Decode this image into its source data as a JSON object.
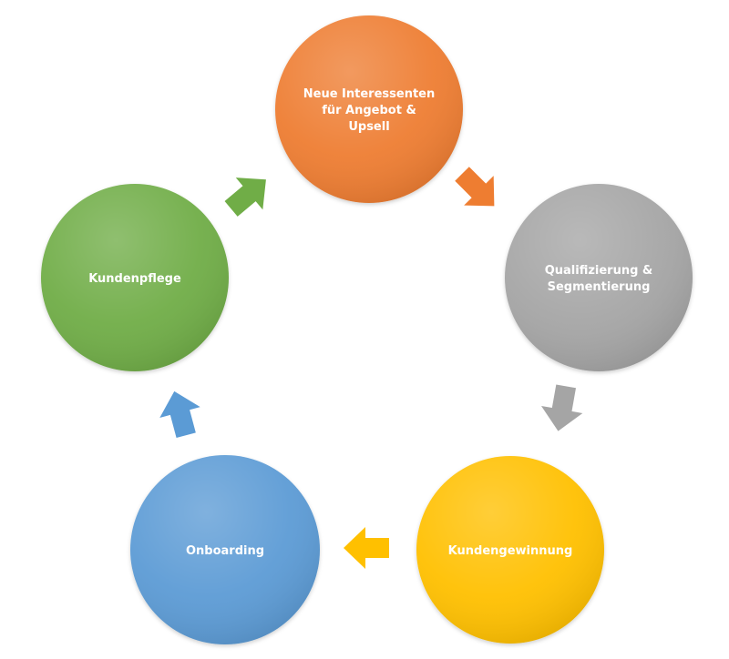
{
  "diagram": {
    "nodes": [
      {
        "id": "neue-interessenten",
        "lines": [
          "Neue Interessenten",
          "für Angebot &",
          "Upsell"
        ],
        "color": "#EE7D31"
      },
      {
        "id": "qualifizierung",
        "lines": [
          "Qualifizierung &",
          "Segmentierung"
        ],
        "color": "#A5A5A5"
      },
      {
        "id": "kundengewinnung",
        "lines": [
          "Kundengewinnung"
        ],
        "color": "#FFC000"
      },
      {
        "id": "onboarding",
        "lines": [
          "Onboarding"
        ],
        "color": "#5B9BD5"
      },
      {
        "id": "kundenpflege",
        "lines": [
          "Kundenpflege"
        ],
        "color": "#70AD47"
      }
    ],
    "arrows": [
      {
        "from": "neue-interessenten",
        "to": "qualifizierung",
        "color": "#EE7D31"
      },
      {
        "from": "qualifizierung",
        "to": "kundengewinnung",
        "color": "#A5A5A5"
      },
      {
        "from": "kundengewinnung",
        "to": "onboarding",
        "color": "#FFC000"
      },
      {
        "from": "onboarding",
        "to": "kundenpflege",
        "color": "#5B9BD5"
      },
      {
        "from": "kundenpflege",
        "to": "neue-interessenten",
        "color": "#70AD47"
      }
    ]
  }
}
